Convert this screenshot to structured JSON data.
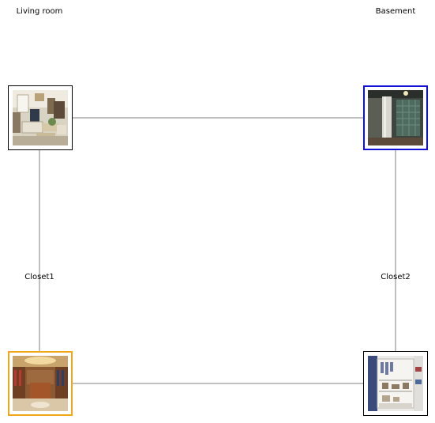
{
  "rooms": [
    {
      "id": "living-room",
      "label": "Living room"
    },
    {
      "id": "basement",
      "label": "Basement"
    },
    {
      "id": "closet1",
      "label": "Closet1"
    },
    {
      "id": "closet2",
      "label": "Closet2"
    }
  ],
  "connections": [
    {
      "from": "Living room",
      "to": "Basement"
    },
    {
      "from": "Living room",
      "to": "Closet1"
    },
    {
      "from": "Basement",
      "to": "Closet2"
    },
    {
      "from": "Closet1",
      "to": "Closet2"
    }
  ],
  "highlights": {
    "basement_border": "#1010d8",
    "closet1_border": "#f0a818",
    "default_border": "#000000",
    "edge_color": "#808080"
  }
}
